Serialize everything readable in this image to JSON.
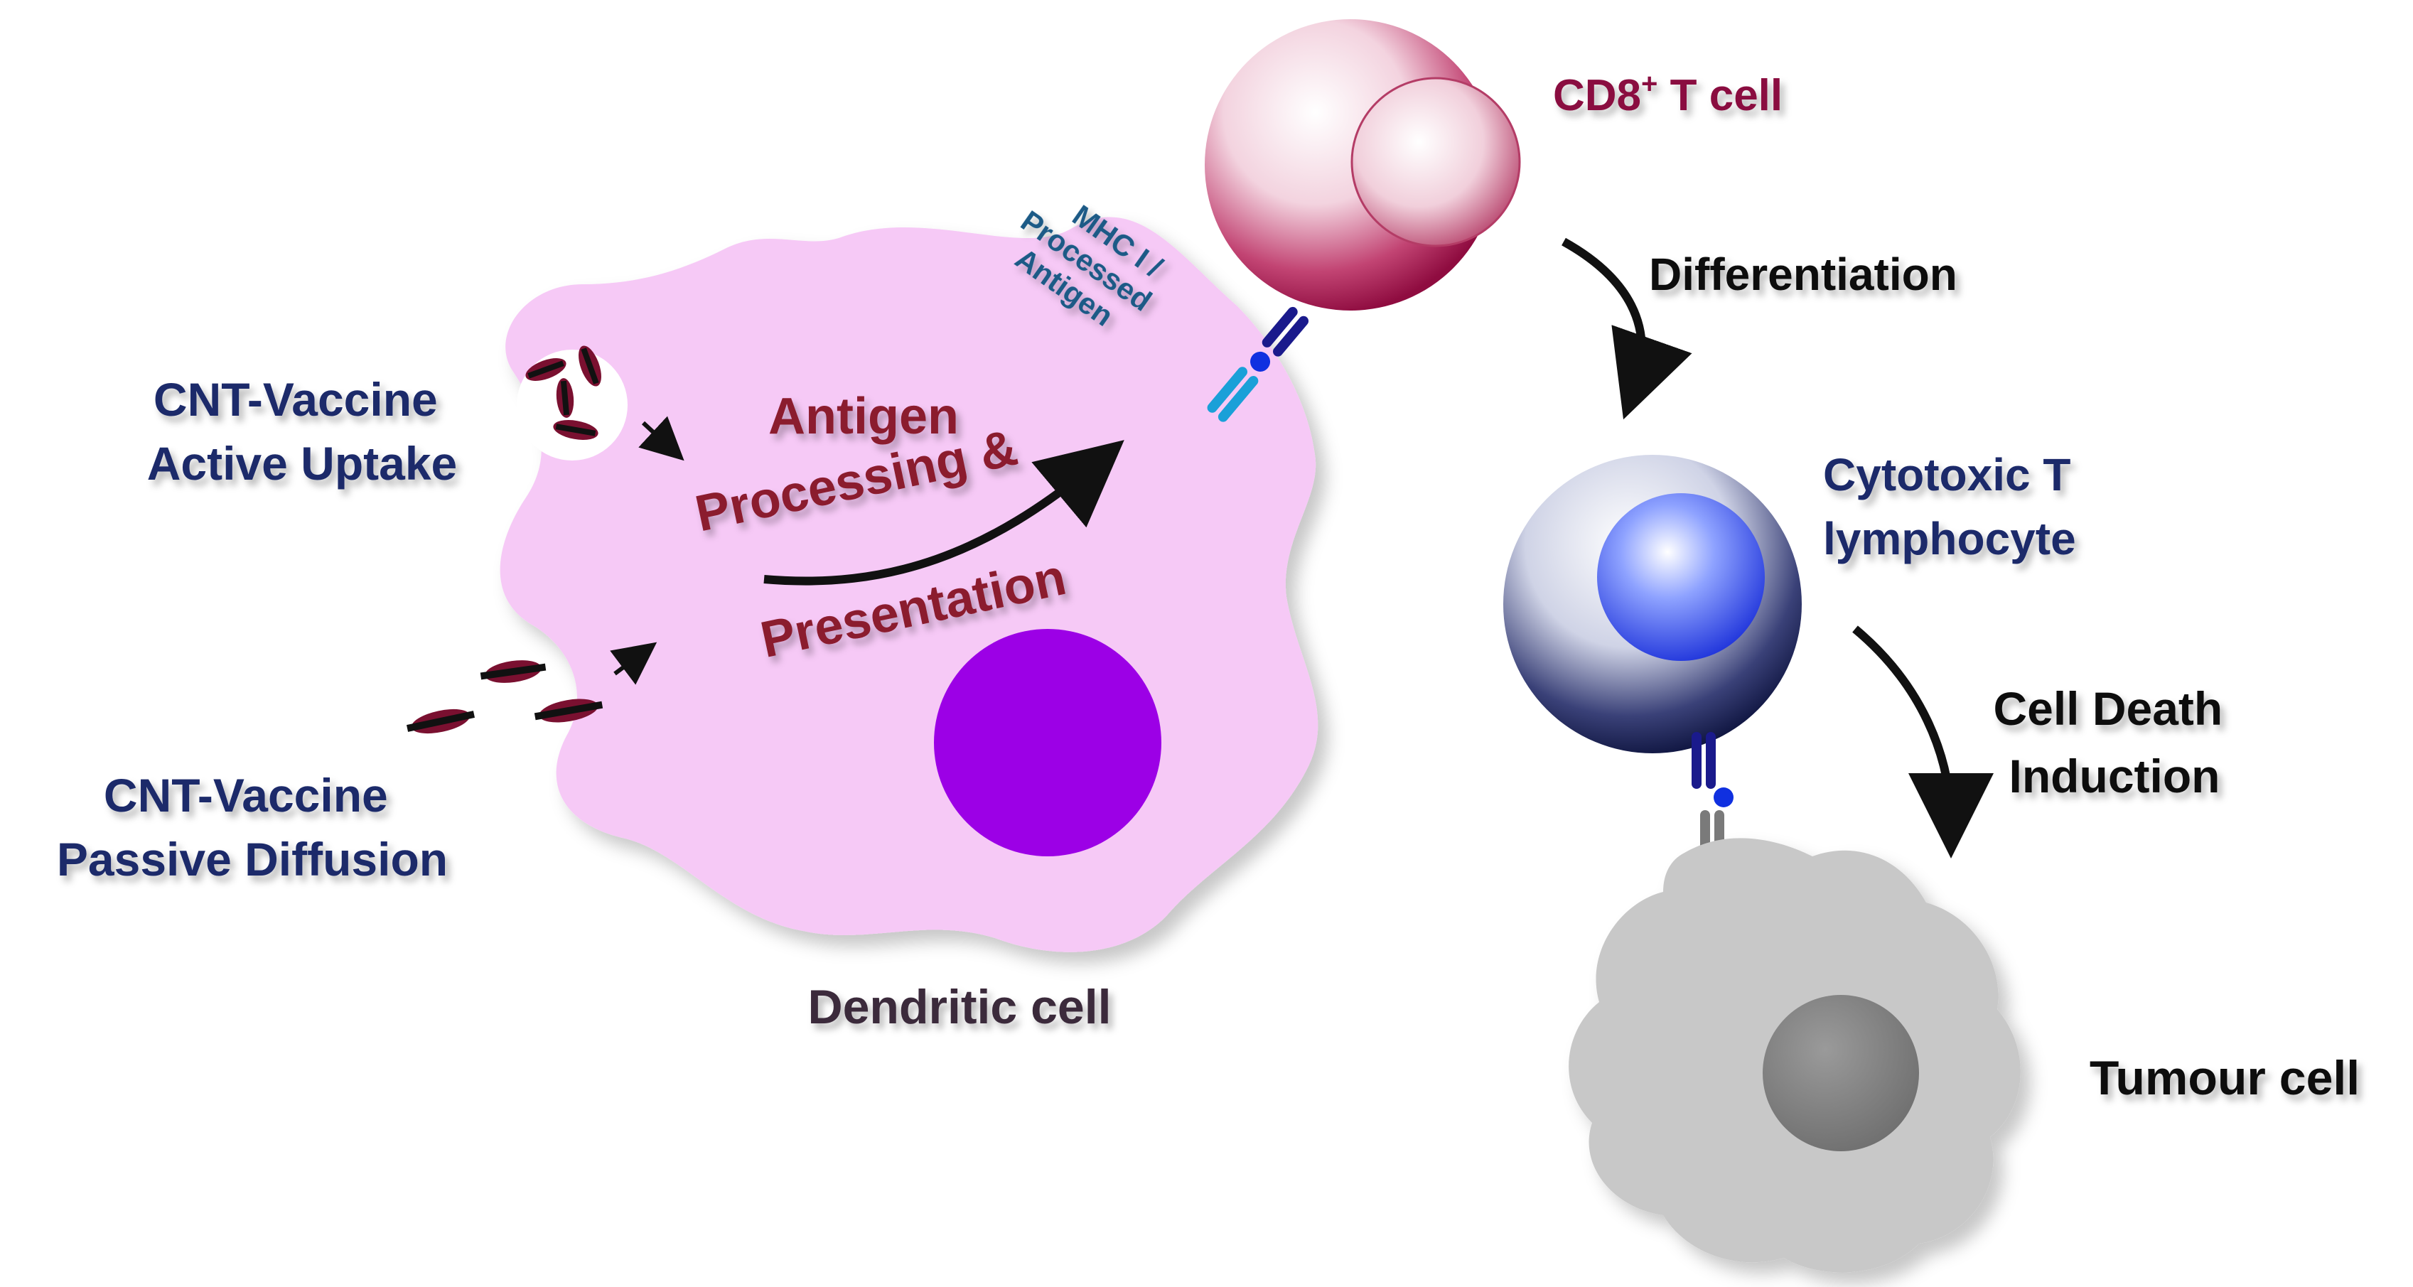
{
  "labels": {
    "cd8_t_cell": {
      "main": "CD8",
      "sup": "+",
      "rest": " T cell"
    },
    "differentiation": "Differentiation",
    "mhc": {
      "line1": "MHC I /",
      "line2": "Processed",
      "line3": "Antigen"
    },
    "active_uptake": {
      "line1": "CNT-Vaccine",
      "line2": "Active Uptake"
    },
    "passive_diffusion": {
      "line1": "CNT-Vaccine",
      "line2": "Passive Diffusion"
    },
    "antigen_processing": {
      "line1": "Antigen",
      "line2": "Processing &",
      "line3": "Presentation"
    },
    "cytotoxic": {
      "line1": "Cytotoxic T",
      "line2": "lymphocyte"
    },
    "cell_death": {
      "line1": "Cell Death",
      "line2": "Induction"
    },
    "dendritic_cell": "Dendritic cell",
    "tumour_cell": "Tumour cell"
  },
  "colors": {
    "navy_text": "#1b2a6b",
    "crimson_text": "#8b1a2e",
    "cd8_text": "#8a1040",
    "mhc_text": "#1a5a86",
    "dark_label": "#3a2a3a",
    "black_text": "#111111",
    "dendritic_fill": "#f6c9f6",
    "nucleus_purple": "#9c00e6",
    "cd8_cell": "#a0104a",
    "ctl_cell": "#141a48",
    "ctl_nucleus": "#2238e0",
    "tumour_fill": "#c8c8c8",
    "tumour_nucleus": "#8a8a8a",
    "cnt_particle": "#7a1030"
  }
}
